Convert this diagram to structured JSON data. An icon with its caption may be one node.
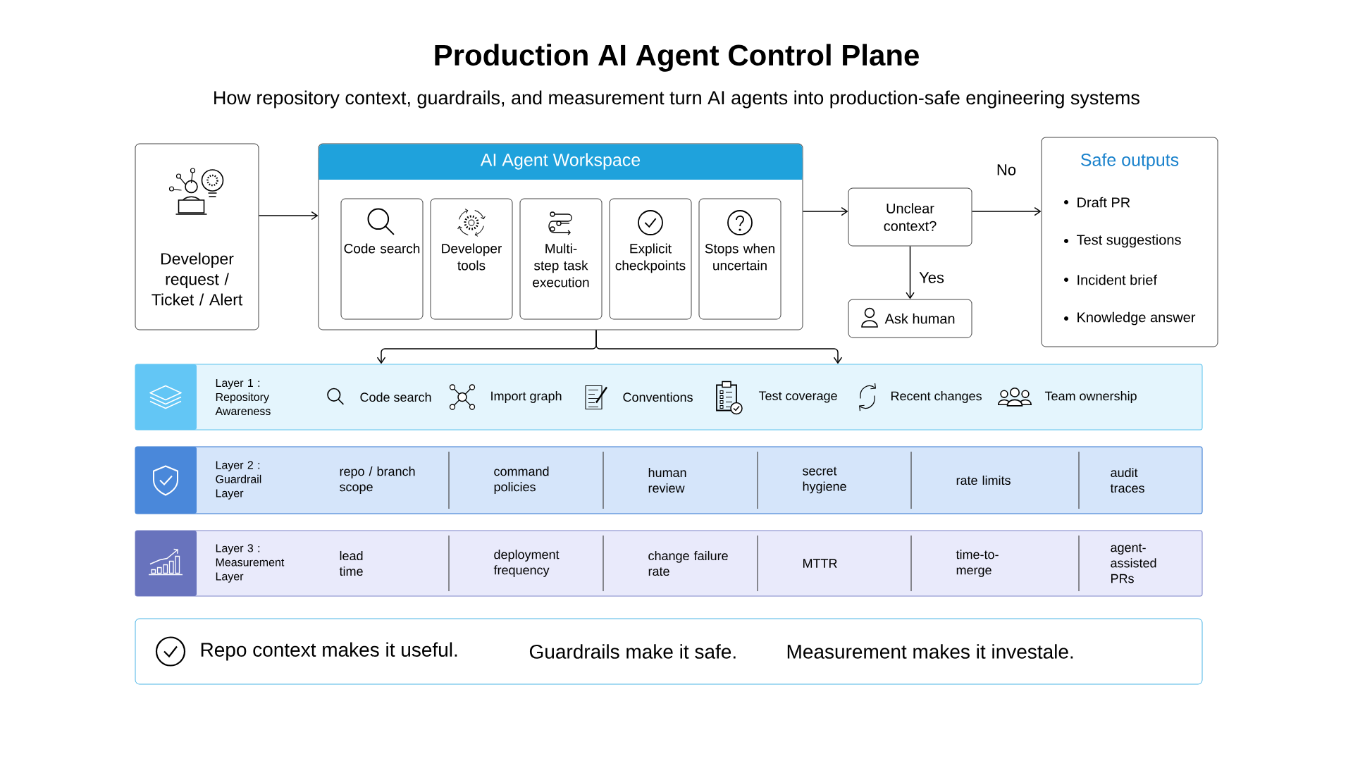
{
  "diagram": {
    "title": "Production AI Agent Control Plane",
    "nodes": [
      {
        "text": [
          "Developer request / Ticket / Alert"
        ]
      },
      {
        "text": [
          "AI Agent Workspace"
        ]
      },
      {
        "text": [
          "Code search"
        ],
        "in": 1
      },
      {
        "text": [
          "Developer tools"
        ],
        "in": 1
      },
      {
        "text": [
          "Multi-step task execution"
        ],
        "in": 1
      },
      {
        "text": [
          "Explicit checkpoints"
        ],
        "in": 1
      },
      {
        "text": [
          "Stops when uncertain"
        ],
        "in": 1
      },
      {
        "text": [
          "Unclear context?"
        ]
      },
      {
        "text": [
          "Ask human"
        ]
      },
      {
        "text": [
          "Safe outputs",
          "Draft PR",
          "Test suggestions",
          "Incident brief",
          "Knowledge answer"
        ]
      },
      {
        "text": [
          "Layer 1 : Repository Awareness",
          "Code search",
          "Import graph",
          "Conventions",
          "Test coverage",
          "Recent changes",
          "Team ownership"
        ]
      },
      {
        "text": [
          "Layer 2 : Guardrail Layer",
          "repo / branch scope",
          "command policies",
          "human review",
          "secret hygiene",
          "rate limits",
          "audit traces"
        ]
      },
      {
        "text": [
          "Layer 3 : Measurement Layer",
          "lead time",
          "deployment frequency",
          "change failure rate",
          "MTTR",
          "time-to-merge",
          "agent-assisted PRs"
        ]
      },
      {
        "text": [
          "Repo context makes it useful.",
          "Guardrails make it safe.",
          "Measurement makes it investale."
        ]
      }
    ],
    "edges": [
      {
        "from": 0,
        "to": 1,
        "arrow": "to"
      },
      {
        "from": 1,
        "to": 7,
        "arrow": "to"
      },
      {
        "from": 7,
        "to": 9,
        "arrow": "to",
        "label": "No"
      },
      {
        "from": 7,
        "to": 8,
        "arrow": "to",
        "label": "Yes"
      },
      {
        "from": 1,
        "to": 10,
        "arrow": "to"
      },
      {
        "from": 1,
        "to": 10,
        "arrow": "to"
      }
    ],
    "labels": [
      "How repository context, guardrails, and measurement turn AI agents into production-safe engineering systems"
    ]
  }
}
